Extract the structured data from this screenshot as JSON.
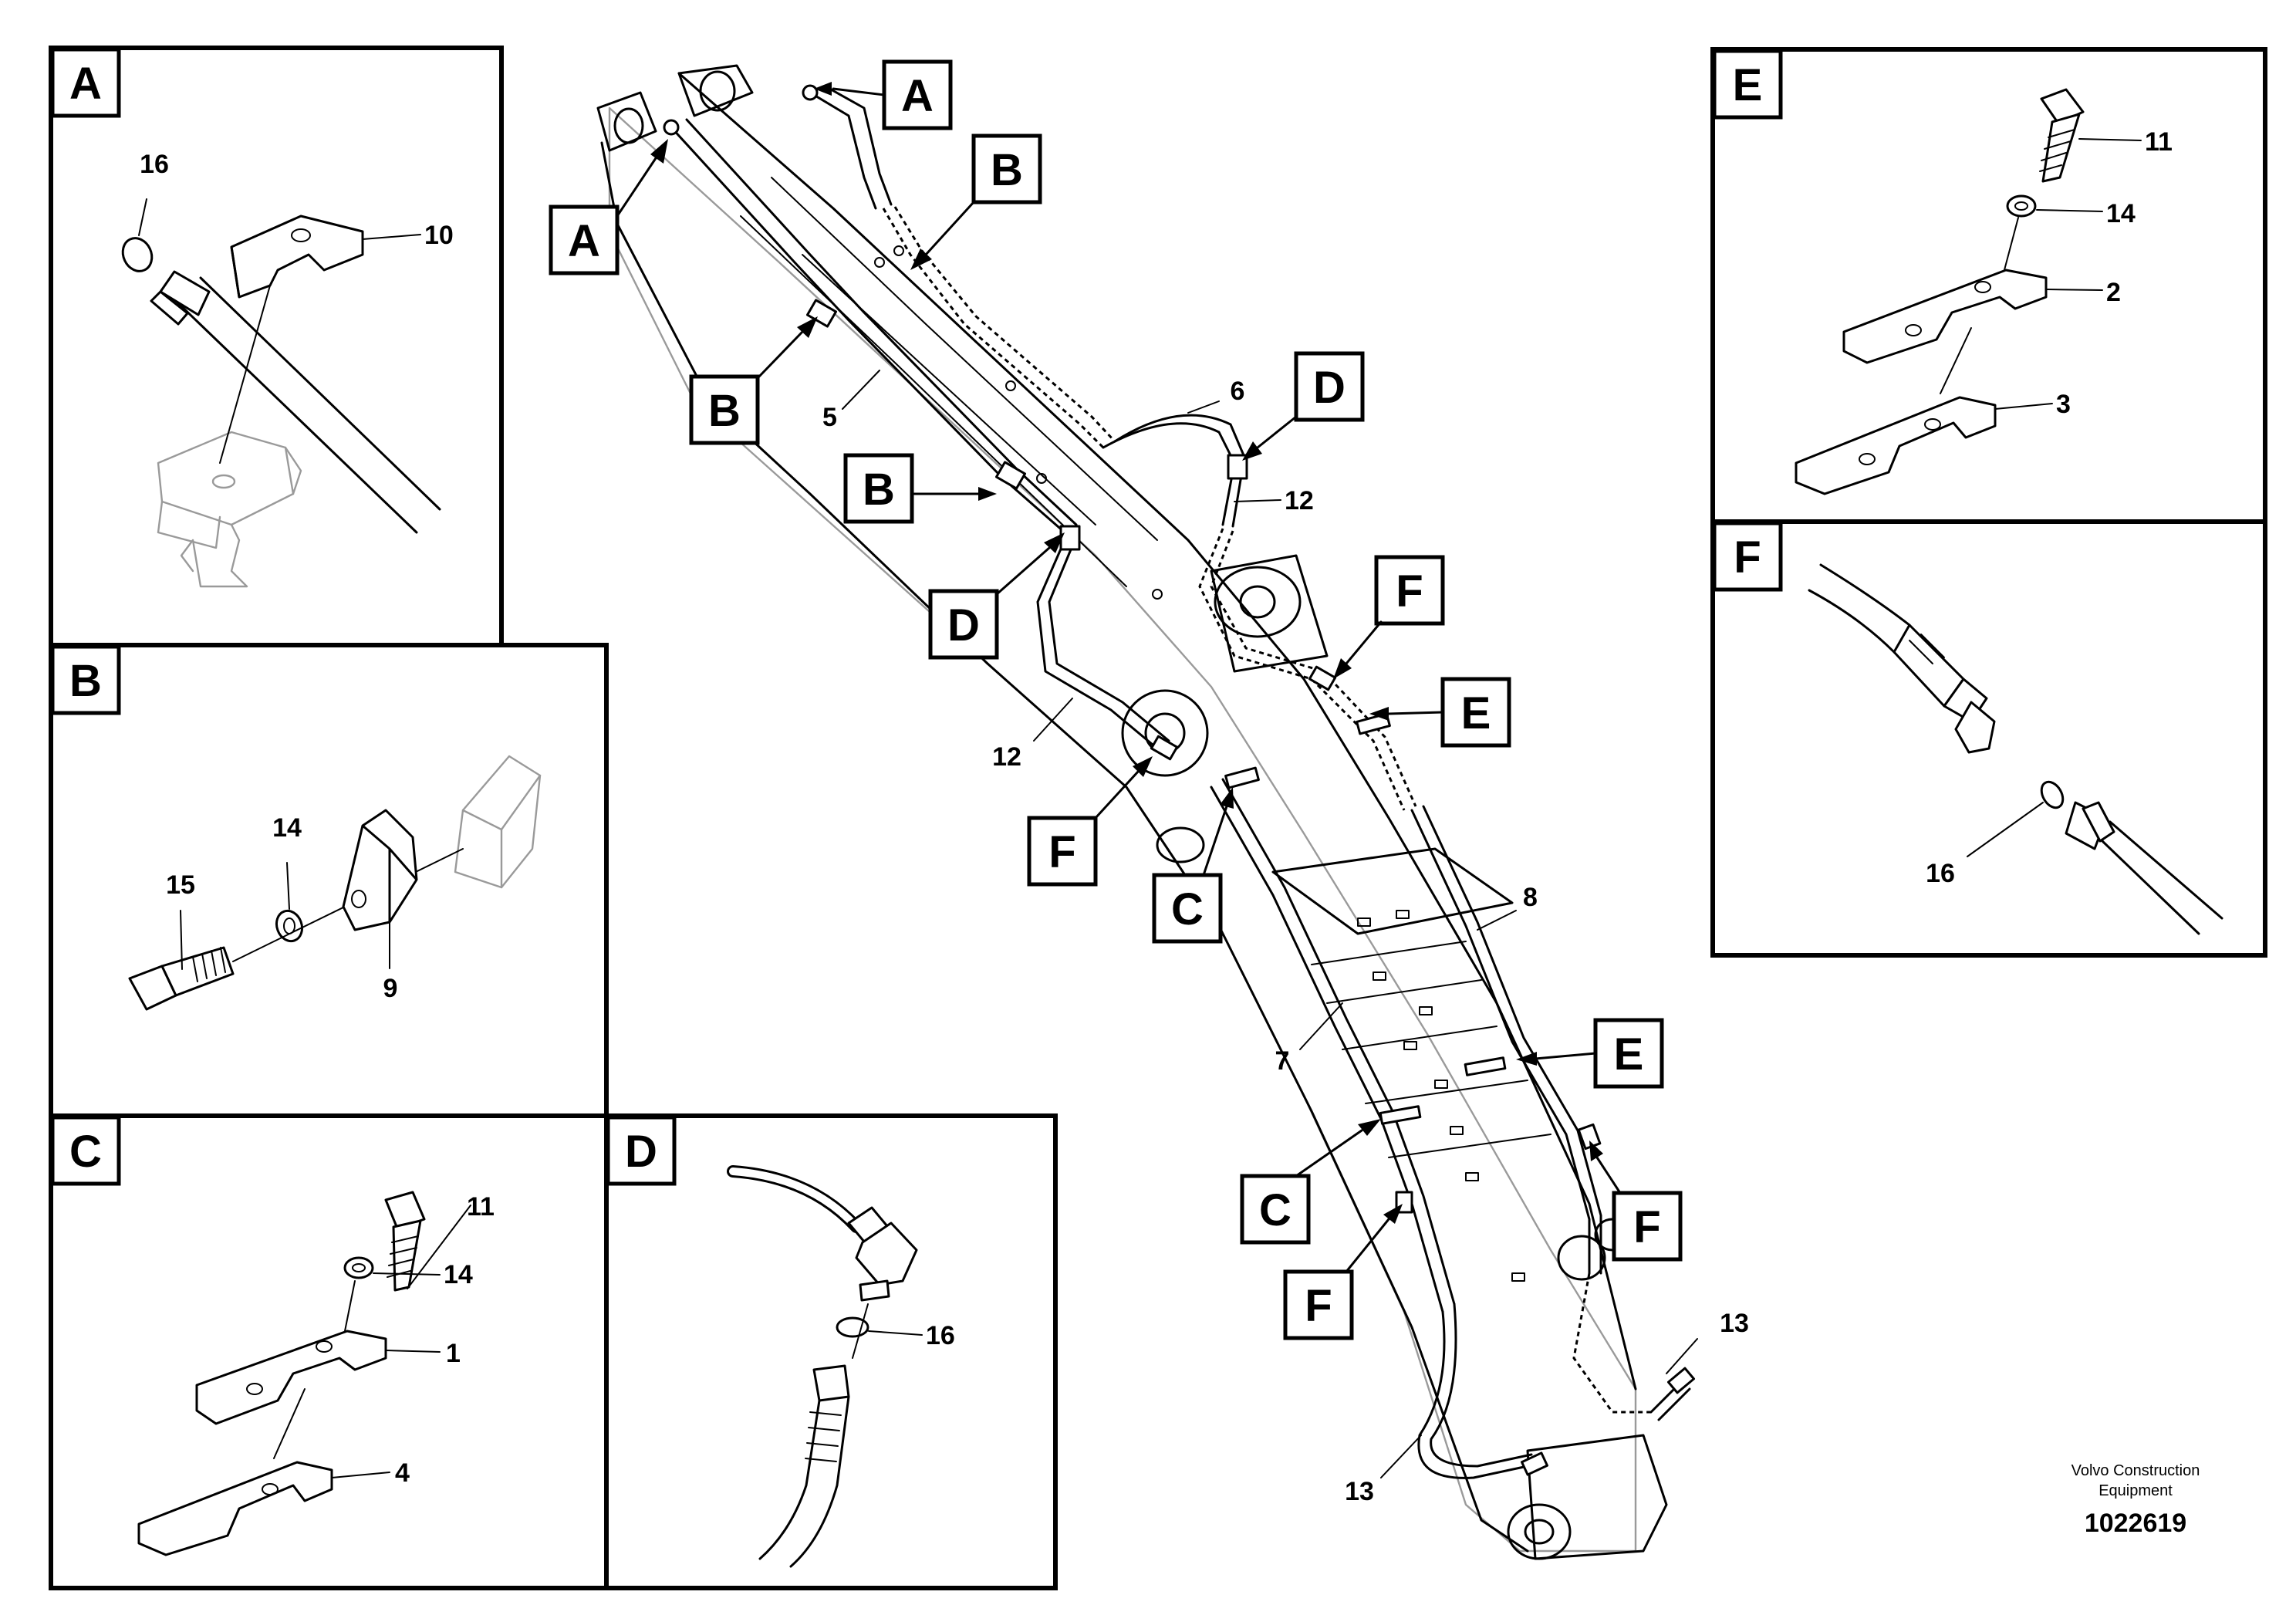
{
  "detail_panels": [
    {
      "letter": "A",
      "callouts": [
        "16",
        "10"
      ]
    },
    {
      "letter": "B",
      "callouts": [
        "14",
        "15",
        "9"
      ]
    },
    {
      "letter": "C",
      "callouts": [
        "11",
        "14",
        "1",
        "4"
      ]
    },
    {
      "letter": "D",
      "callouts": [
        "16"
      ]
    },
    {
      "letter": "E",
      "callouts": [
        "11",
        "14",
        "2",
        "3"
      ]
    },
    {
      "letter": "F",
      "callouts": [
        "16"
      ]
    }
  ],
  "main_view": {
    "detail_tags": [
      "A",
      "A",
      "B",
      "B",
      "B",
      "D",
      "D",
      "F",
      "C",
      "F",
      "E",
      "E",
      "C",
      "F",
      "F"
    ],
    "part_numbers": [
      "5",
      "6",
      "12",
      "12",
      "8",
      "7",
      "13",
      "13"
    ]
  },
  "footer": {
    "brand_line1": "Volvo Construction",
    "brand_line2": "Equipment",
    "drawing_number": "1022619"
  }
}
